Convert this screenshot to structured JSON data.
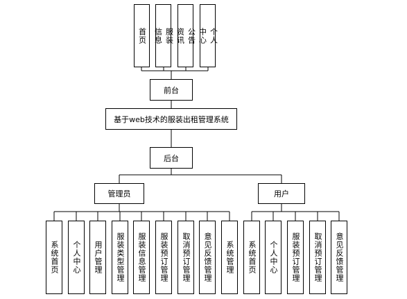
{
  "system_title": "基于web技术的服装出租管理系统",
  "frontend": {
    "label": "前台",
    "modules": [
      "首页",
      "服装信息",
      "公告资讯",
      "个人中心"
    ]
  },
  "backend": {
    "label": "后台",
    "admin": {
      "label": "管理员",
      "modules": [
        "系统首页",
        "个人中心",
        "用户管理",
        "服装类型管理",
        "服装信息管理",
        "服装预订管理",
        "取消预订管理",
        "意见反馈管理",
        "系统管理"
      ]
    },
    "user": {
      "label": "用户",
      "modules": [
        "系统首页",
        "个人中心",
        "服装预订管理",
        "取消预订管理",
        "意见反馈管理"
      ]
    }
  }
}
